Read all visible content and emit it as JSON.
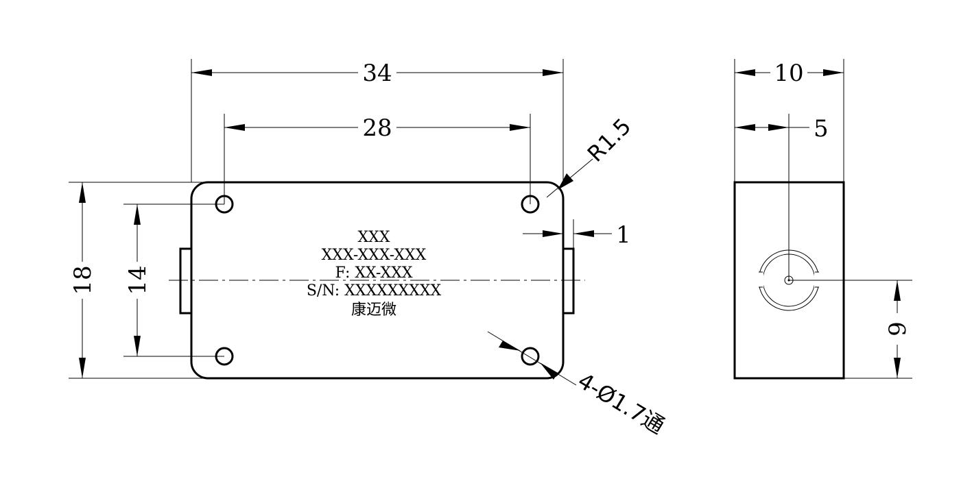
{
  "front_view": {
    "dims": {
      "overall_width": "34",
      "hole_spacing_x": "28",
      "overall_height": "18",
      "hole_spacing_y": "14",
      "offset": "1",
      "corner_radius": "R1.5",
      "holes": "4-Ø1.7通"
    },
    "label_lines": [
      "XXX",
      "XXX-XXX-XXX",
      "F: XX-XXX",
      "S/N: XXXXXXXXX",
      "康迈微"
    ]
  },
  "side_view": {
    "dims": {
      "width": "10",
      "center": "5",
      "height": "9"
    }
  }
}
